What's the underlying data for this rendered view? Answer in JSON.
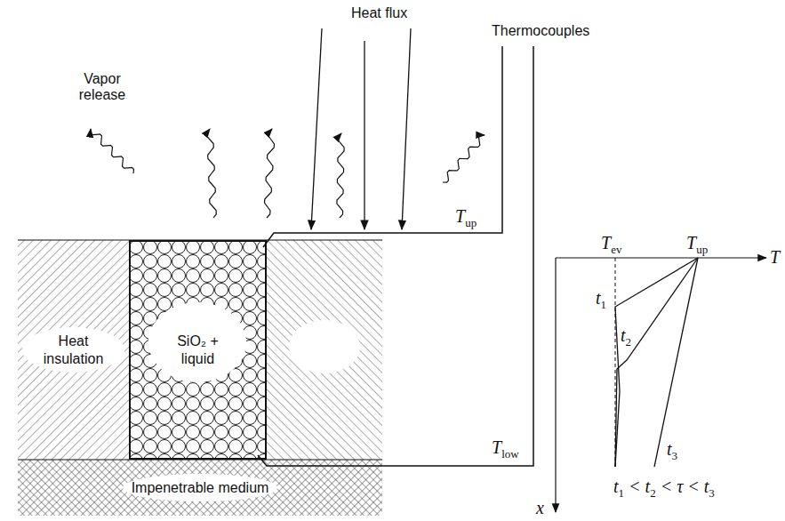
{
  "diagram": {
    "nodes": [
      {
        "text": [
          "Heat insulation"
        ]
      },
      {
        "text": [
          "SiO₂ + liquid"
        ]
      },
      {
        "text": [
          "Impenetrable medium"
        ]
      }
    ],
    "labels": [
      "Heat flux",
      "Vapor release",
      "Thermocouples",
      "Tup",
      "Tlow",
      "Tev",
      "Tup",
      "T",
      "t1",
      "t2",
      "t3",
      "t1 < t2 < τ < t3",
      "x"
    ]
  }
}
